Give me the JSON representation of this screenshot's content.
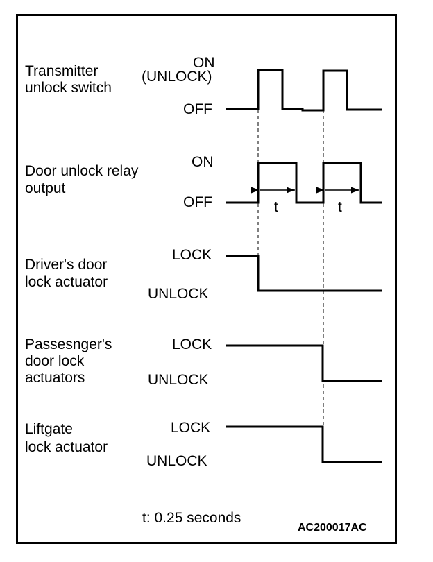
{
  "diagram": {
    "signals": [
      {
        "name": "Transmitter unlock switch",
        "lines": [
          "Transmitter",
          "unlock switch"
        ],
        "high_label": "ON",
        "high_sub": "(UNLOCK)",
        "low_label": "OFF",
        "levels": [
          [
            0,
            "low"
          ],
          [
            1,
            "high"
          ],
          [
            2,
            "low"
          ],
          [
            3,
            "high"
          ],
          [
            4,
            "low"
          ]
        ]
      },
      {
        "name": "Door unlock relay output",
        "lines": [
          "Door unlock relay",
          "output"
        ],
        "high_label": "ON",
        "low_label": "OFF",
        "duration_label": "t"
      },
      {
        "name": "Driver's door lock actuator",
        "lines": [
          "Driver's door",
          "lock actuator"
        ],
        "high_label": "LOCK",
        "low_label": "UNLOCK"
      },
      {
        "name": "Passesnger's door lock actuators",
        "lines": [
          "Passesnger's",
          "door lock",
          "actuators"
        ],
        "high_label": "LOCK",
        "low_label": "UNLOCK"
      },
      {
        "name": "Liftgate lock actuator",
        "lines": [
          "Liftgate",
          "lock actuator"
        ],
        "high_label": "LOCK",
        "low_label": "UNLOCK"
      }
    ],
    "note": "t: 0.25 seconds",
    "figure_code": "AC200017AC"
  }
}
